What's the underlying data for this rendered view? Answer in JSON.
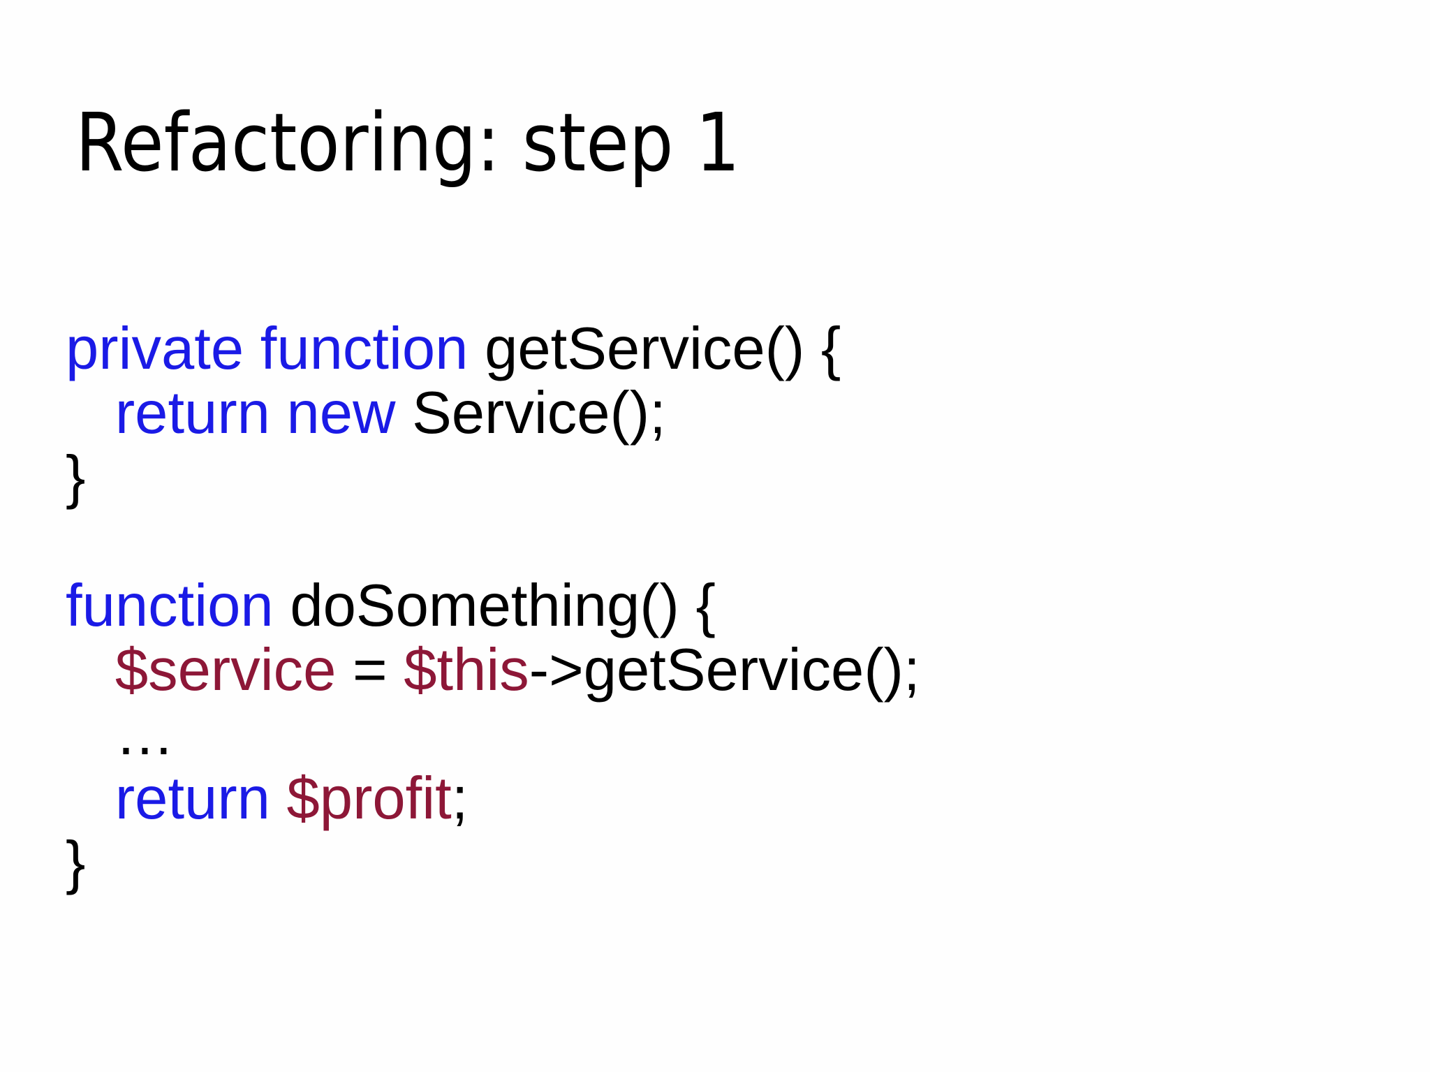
{
  "slide": {
    "title": "Refactoring: step 1",
    "colors": {
      "keyword": "#1a1ae6",
      "variable": "#8d1737",
      "plain": "#000000",
      "background": "#fefefe",
      "title": "#000000"
    },
    "code": {
      "lines": [
        {
          "segments": [
            {
              "text": "private function ",
              "type": "keyword"
            },
            {
              "text": "getService() {",
              "type": "plain"
            }
          ]
        },
        {
          "segments": [
            {
              "text": "   ",
              "type": "plain"
            },
            {
              "text": "return new ",
              "type": "keyword"
            },
            {
              "text": "Service();",
              "type": "plain"
            }
          ]
        },
        {
          "segments": [
            {
              "text": "}",
              "type": "plain"
            }
          ]
        },
        {
          "segments": []
        },
        {
          "segments": [
            {
              "text": "function",
              "type": "keyword"
            },
            {
              "text": " doSomething() {",
              "type": "plain"
            }
          ]
        },
        {
          "segments": [
            {
              "text": "   ",
              "type": "plain"
            },
            {
              "text": "$service",
              "type": "variable"
            },
            {
              "text": " = ",
              "type": "plain"
            },
            {
              "text": "$this",
              "type": "variable"
            },
            {
              "text": "->getService();",
              "type": "plain"
            }
          ]
        },
        {
          "segments": [
            {
              "text": "   …",
              "type": "plain"
            }
          ]
        },
        {
          "segments": [
            {
              "text": "   ",
              "type": "plain"
            },
            {
              "text": "return ",
              "type": "keyword"
            },
            {
              "text": "$profit",
              "type": "variable"
            },
            {
              "text": ";",
              "type": "plain"
            }
          ]
        },
        {
          "segments": [
            {
              "text": "}",
              "type": "plain"
            }
          ]
        }
      ]
    }
  }
}
